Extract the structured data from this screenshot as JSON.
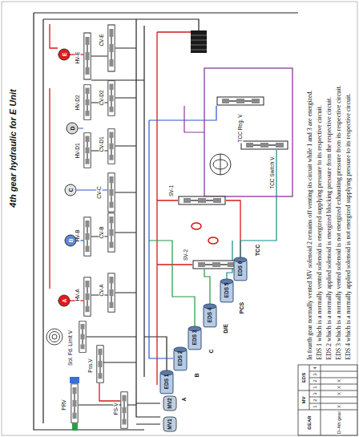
{
  "diagram": {
    "title": "4th gear hydraulic for E Unit",
    "nodes": [
      {
        "text": [
          "E"
        ]
      },
      {
        "text": [
          "D"
        ]
      },
      {
        "text": [
          "C"
        ]
      },
      {
        "text": [
          "B"
        ]
      },
      {
        "text": [
          "A"
        ]
      },
      {
        "text": [
          "EDS 6"
        ]
      },
      {
        "text": [
          "EDS 5"
        ]
      },
      {
        "text": [
          "EDS 4"
        ]
      },
      {
        "text": [
          "EDS 3"
        ]
      },
      {
        "text": [
          "EDS 2"
        ]
      },
      {
        "text": [
          "EDS 1"
        ]
      },
      {
        "text": [
          "MV2"
        ]
      },
      {
        "text": [
          "MV1"
        ]
      }
    ],
    "labels": [
      "HV-E",
      "CV-E",
      "HV-D2",
      "CV-D2",
      "HV-D1",
      "CV-D1",
      "CV-C",
      "HV-B",
      "CV-B",
      "HV-A",
      "CV-A",
      "Sol. Fd. Limit V",
      "Pos.V",
      "PRV",
      "PS-V",
      "SV-1",
      "SV-2",
      "TCC Reg. V",
      "TCC Switch V.",
      "A",
      "B",
      "C",
      "D/E",
      "PCS",
      "TCC",
      "In fourth gear normally vented MV solenoid 2 remains off venting its circuit while 1 and 3 are energized.",
      "EDS 1 which is a normally vented solenoid is energized supplying pressure to its respective circuit.",
      "EDS 2 which is a normally applied solenoid is energized blocking pressure from the respective circuit.",
      "EDS 3 which is a normally vented solenoid is not energized exhausting pressure from its respective circuit.",
      "EDS 4 which is a normally applied solenoid is not energized supplying pressure to its respective circuit.",
      "GEAR",
      "MV",
      "EDS",
      "1",
      "2",
      "3",
      "1",
      "2",
      "3",
      "4",
      "D-4th gear",
      "X",
      "X",
      "X",
      "X"
    ]
  }
}
